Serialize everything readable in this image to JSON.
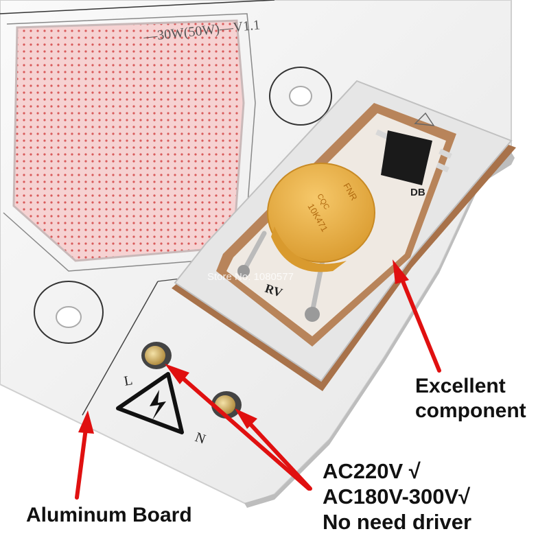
{
  "board": {
    "silkscreen_top": "—30W(50W)—V1.1",
    "watermark": "Store No: 1080577",
    "label_rv": "RV",
    "label_db": "DB",
    "label_l": "L",
    "label_n": "N",
    "varistor_text": [
      "FNR",
      "CQC",
      "10K471"
    ]
  },
  "callouts": {
    "excellent_line1": "Excellent",
    "excellent_line2": "component",
    "ac_line1": "AC220V √",
    "ac_line2": "AC180V-300V√",
    "ac_line3": "No need driver",
    "aluminum": "Aluminum Board"
  },
  "colors": {
    "board": "#f2f2f2",
    "board_edge": "#d6d6d6",
    "led_array": "#f4c9c9",
    "led_dot": "#d85a5a",
    "pcb_brown": "#a8724a",
    "varistor": "#e8b04a",
    "arrow": "#e01010",
    "chip": "#1a1a1a",
    "pad": "#c8a550"
  }
}
